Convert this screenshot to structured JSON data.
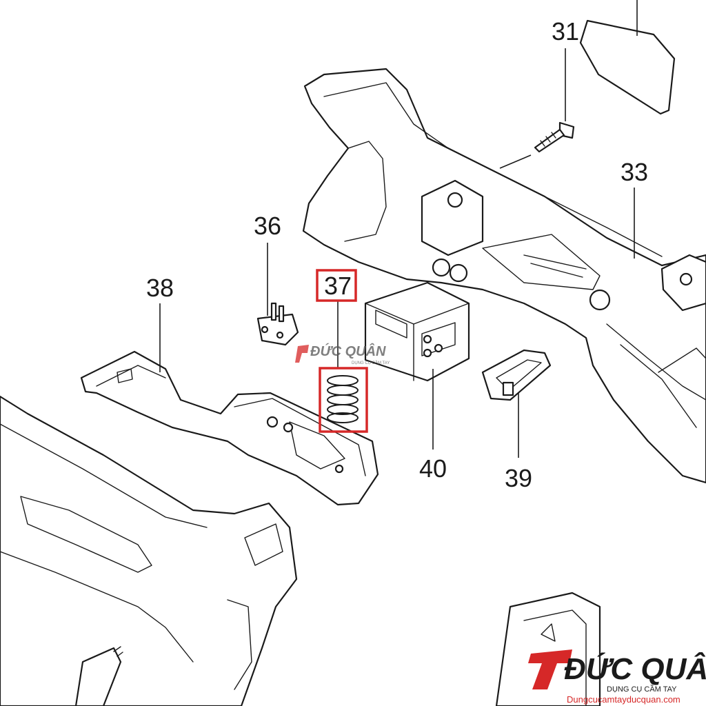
{
  "callouts": {
    "p31": "31",
    "p33": "33",
    "p36": "36",
    "p37": "37",
    "p38": "38",
    "p39": "39",
    "p40": "40"
  },
  "highlight_color": "#d62828",
  "watermark": {
    "brand": "ĐỨC QUÂN",
    "tagline": "DỤNG CỤ CẦM TAY",
    "url": "Dungcucamtayducquan.com",
    "colors": {
      "primary": "#d62828",
      "text": "#1a1a1a"
    }
  }
}
